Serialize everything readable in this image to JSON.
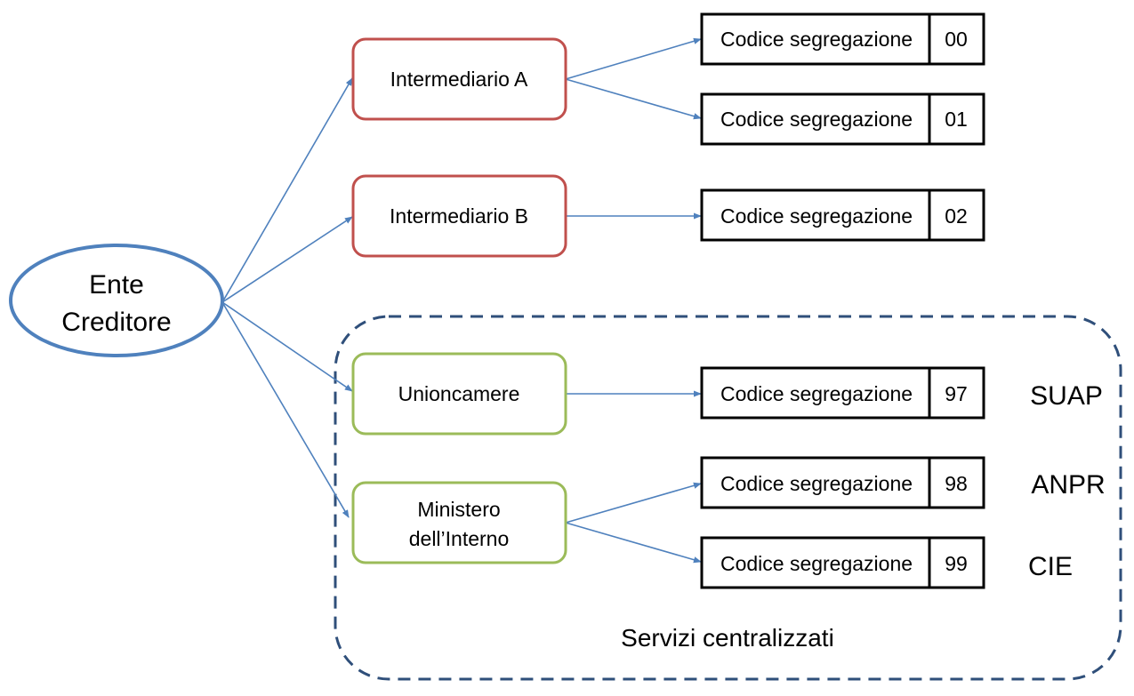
{
  "colors": {
    "ellipse_stroke": "#4f81bd",
    "intermediary_stroke": "#c0504d",
    "central_stroke": "#9bbb59",
    "arrow": "#4f81bd",
    "group_border": "#2f4f7a",
    "code_box_stroke": "#000000"
  },
  "root": {
    "line1": "Ente",
    "line2": "Creditore"
  },
  "intermediaries": [
    {
      "label": "Intermediario A"
    },
    {
      "label": "Intermediario B"
    },
    {
      "label": "Unioncamere"
    },
    {
      "label_line1": "Ministero",
      "label_line2": "dell’Interno"
    }
  ],
  "codes": [
    {
      "label": "Codice segregazione",
      "value": "00"
    },
    {
      "label": "Codice segregazione",
      "value": "01"
    },
    {
      "label": "Codice segregazione",
      "value": "02"
    },
    {
      "label": "Codice segregazione",
      "value": "97",
      "service": "SUAP"
    },
    {
      "label": "Codice segregazione",
      "value": "98",
      "service": "ANPR"
    },
    {
      "label": "Codice segregazione",
      "value": "99",
      "service": "CIE"
    }
  ],
  "group": {
    "label": "Servizi centralizzati"
  }
}
